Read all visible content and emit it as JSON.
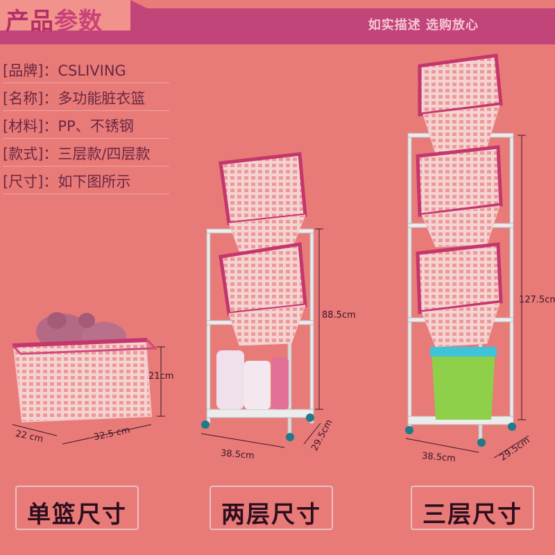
{
  "header": {
    "title_a": "产品",
    "title_b": "参数",
    "tagline": "如实描述 选购放心"
  },
  "specs": [
    "[品牌]：CSLIVING",
    "[名称]：多功能脏衣篮",
    "[材料]：PP、不锈钢",
    "[款式]：三层款/四层款",
    "[尺寸]：如下图所示"
  ],
  "single": {
    "label": "单篮尺寸",
    "height": "21cm",
    "depth": "22 cm",
    "width": "32.5 cm"
  },
  "two_tier": {
    "label": "两层尺寸",
    "height": "88.5cm",
    "width": "38.5cm",
    "depth": "29.5cm"
  },
  "three_tier": {
    "label": "三层尺寸",
    "height": "127.5cm",
    "width": "38.5cm",
    "depth": "29.5cm"
  },
  "colors": {
    "background": "#e87a78",
    "basket_rim": "#c4366c",
    "header_bar": "#c2457a"
  }
}
